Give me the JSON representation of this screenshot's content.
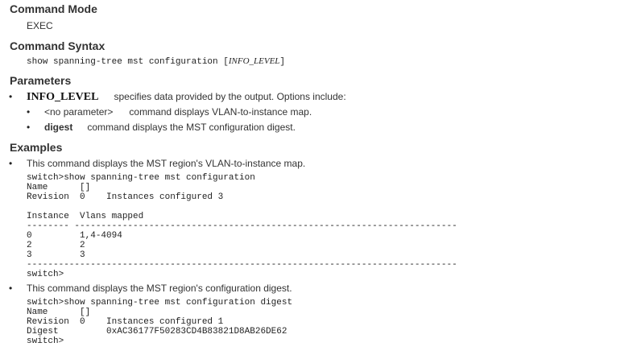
{
  "command_mode": {
    "heading": "Command Mode",
    "value": "EXEC"
  },
  "command_syntax": {
    "heading": "Command Syntax",
    "command": "show spanning-tree mst configuration [",
    "param": "INFO_LEVEL",
    "close": "]"
  },
  "parameters": {
    "heading": "Parameters",
    "name": "INFO_LEVEL",
    "description": "specifies data provided by the output. Options include:",
    "options": [
      {
        "name": "<no parameter>",
        "description": "command displays VLAN-to-instance map."
      },
      {
        "name": "digest",
        "description": "command displays the MST configuration digest."
      }
    ]
  },
  "examples": {
    "heading": "Examples",
    "items": [
      {
        "description": "This command displays the MST region's VLAN-to-instance map.",
        "code": "switch>show spanning-tree mst configuration\nName      []\nRevision  0    Instances configured 3\n\nInstance  Vlans mapped\n-------- ------------------------------------------------------------------------\n0         1,4-4094\n2         2\n3         3\n---------------------------------------------------------------------------------\nswitch>"
      },
      {
        "description": "This command displays the MST region's configuration digest.",
        "code": "switch>show spanning-tree mst configuration digest\nName      []\nRevision  0    Instances configured 1\nDigest         0xAC36177F50283CD4B83821D8AB26DE62\nswitch>"
      }
    ]
  }
}
